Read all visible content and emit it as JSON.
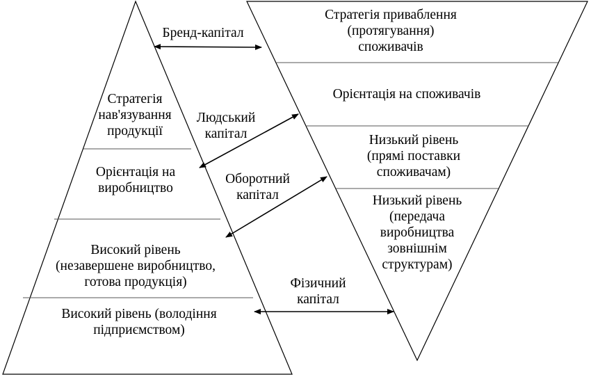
{
  "left_pyramid": {
    "top_strategy_lines": [
      "Стратегія",
      "нав'язування",
      "продукції"
    ],
    "orientation_lines": [
      "Орієнтація на",
      "виробництво"
    ],
    "high_level_1_lines": [
      "Високий рівень",
      "(незавершене виробництво,",
      "готова продукція)"
    ],
    "high_level_2_lines": [
      "Високий рівень (володіння",
      "підприємством)"
    ]
  },
  "right_pyramid": {
    "top_strategy_lines": [
      "Стратегія приваблення",
      "(протягування)",
      "споживачів"
    ],
    "orientation_line": "Орієнтація на споживачів",
    "low_level_1_lines": [
      "Низький рівень",
      "(прямі поставки",
      "споживачам)"
    ],
    "low_level_2_lines": [
      "Низький рівень",
      "(передача",
      "виробництва",
      "зовнішнім",
      "структурам)"
    ]
  },
  "capitals": {
    "brand": "Бренд-капітал",
    "human_lines": [
      "Людський",
      "капітал"
    ],
    "working_lines": [
      "Оборотний",
      "капітал"
    ],
    "physical_lines": [
      "Фізичний",
      "капітал"
    ]
  },
  "colors": {
    "stroke": "#000000",
    "divider": "#555555"
  }
}
